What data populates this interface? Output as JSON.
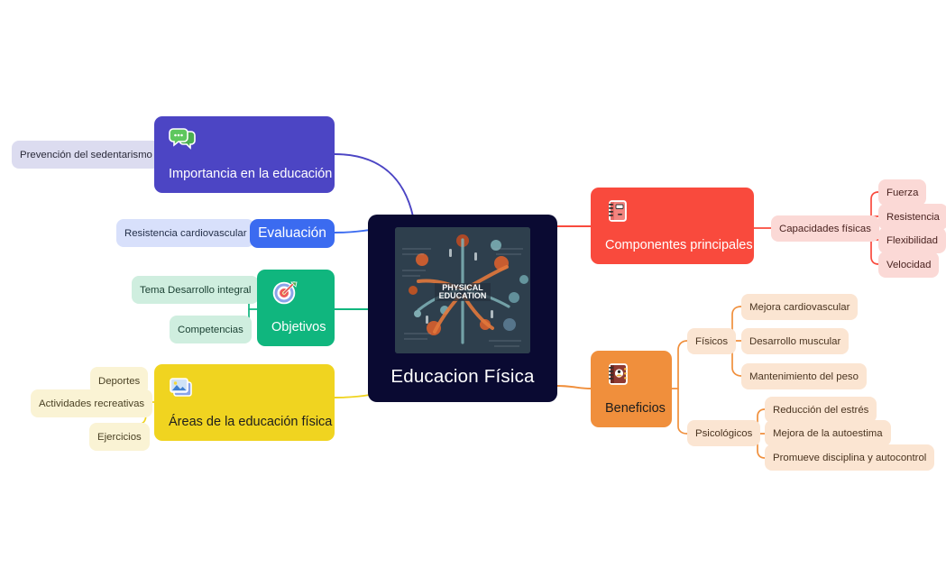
{
  "central": {
    "title": "Educacion Física",
    "image_name": "physical-education-mindmap-illustration",
    "image_caption": "PHYSICAL EDUCATION",
    "bg_color": "#0a0a32"
  },
  "branches": [
    {
      "id": "importancia",
      "label": "Importancia en la educación",
      "color": "#4c45c4",
      "pill_color": "#dcdcf0",
      "icon": "speech-bubbles-icon",
      "children": [
        {
          "label": "Prevención del sedentarismo"
        }
      ]
    },
    {
      "id": "evaluacion",
      "label": "Evaluación",
      "color": "#3b6bf0",
      "pill_color": "#d8e0fb",
      "icon": "none",
      "children": [
        {
          "label": "Resistencia cardiovascular"
        }
      ]
    },
    {
      "id": "objetivos",
      "label": "Objetivos",
      "color": "#10b67e",
      "pill_color": "#cfeedf",
      "icon": "target-icon",
      "children": [
        {
          "label": "Tema Desarrollo integral"
        },
        {
          "label": "Competencias"
        }
      ]
    },
    {
      "id": "areas",
      "label": "Áreas de la educación física",
      "color": "#f0d420",
      "pill_color": "#faf3d4",
      "icon": "image-gallery-icon",
      "children": [
        {
          "label": "Deportes"
        },
        {
          "label": "Actividades recreativas"
        },
        {
          "label": "Ejercicios"
        }
      ]
    },
    {
      "id": "componentes",
      "label": "Componentes principales",
      "color": "#f94a3d",
      "pill_color": "#fbd9d6",
      "icon": "notebook-icon",
      "children": [
        {
          "label": "Capacidades físicas",
          "children": [
            {
              "label": "Fuerza"
            },
            {
              "label": "Resistencia"
            },
            {
              "label": "Flexibilidad"
            },
            {
              "label": "Velocidad"
            }
          ]
        }
      ]
    },
    {
      "id": "beneficios",
      "label": "Beneficios",
      "color": "#f08f3c",
      "pill_color": "#fbe5d2",
      "icon": "address-book-icon",
      "children": [
        {
          "label": "Físicos",
          "children": [
            {
              "label": "Mejora cardiovascular"
            },
            {
              "label": "Desarrollo muscular"
            },
            {
              "label": "Mantenimiento del peso"
            }
          ]
        },
        {
          "label": "Psicológicos",
          "children": [
            {
              "label": "Reducción del estrés"
            },
            {
              "label": "Mejora de la autoestima"
            },
            {
              "label": "Promueve disciplina y autocontrol"
            }
          ]
        }
      ]
    }
  ],
  "labels": {
    "importancia": "Importancia en la educación",
    "prevencion": "Prevención del sedentarismo",
    "evaluacion": "Evaluación",
    "resistencia_cardio": "Resistencia cardiovascular",
    "objetivos": "Objetivos",
    "tema_desarrollo": "Tema Desarrollo integral",
    "competencias": "Competencias",
    "areas": "Áreas de la educación física",
    "deportes": "Deportes",
    "actividades": "Actividades recreativas",
    "ejercicios": "Ejercicios",
    "componentes": "Componentes principales",
    "capacidades": "Capacidades físicas",
    "fuerza": "Fuerza",
    "resistencia": "Resistencia",
    "flexibilidad": "Flexibilidad",
    "velocidad": "Velocidad",
    "beneficios": "Beneficios",
    "fisicos": "Físicos",
    "mejora_cardio": "Mejora cardiovascular",
    "desarrollo_muscular": "Desarrollo muscular",
    "mantenimiento_peso": "Mantenimiento del peso",
    "psicologicos": "Psicológicos",
    "reduccion_estres": "Reducción del estrés",
    "mejora_autoestima": "Mejora de la autoestima",
    "promueve_disciplina": "Promueve disciplina y autocontrol"
  }
}
